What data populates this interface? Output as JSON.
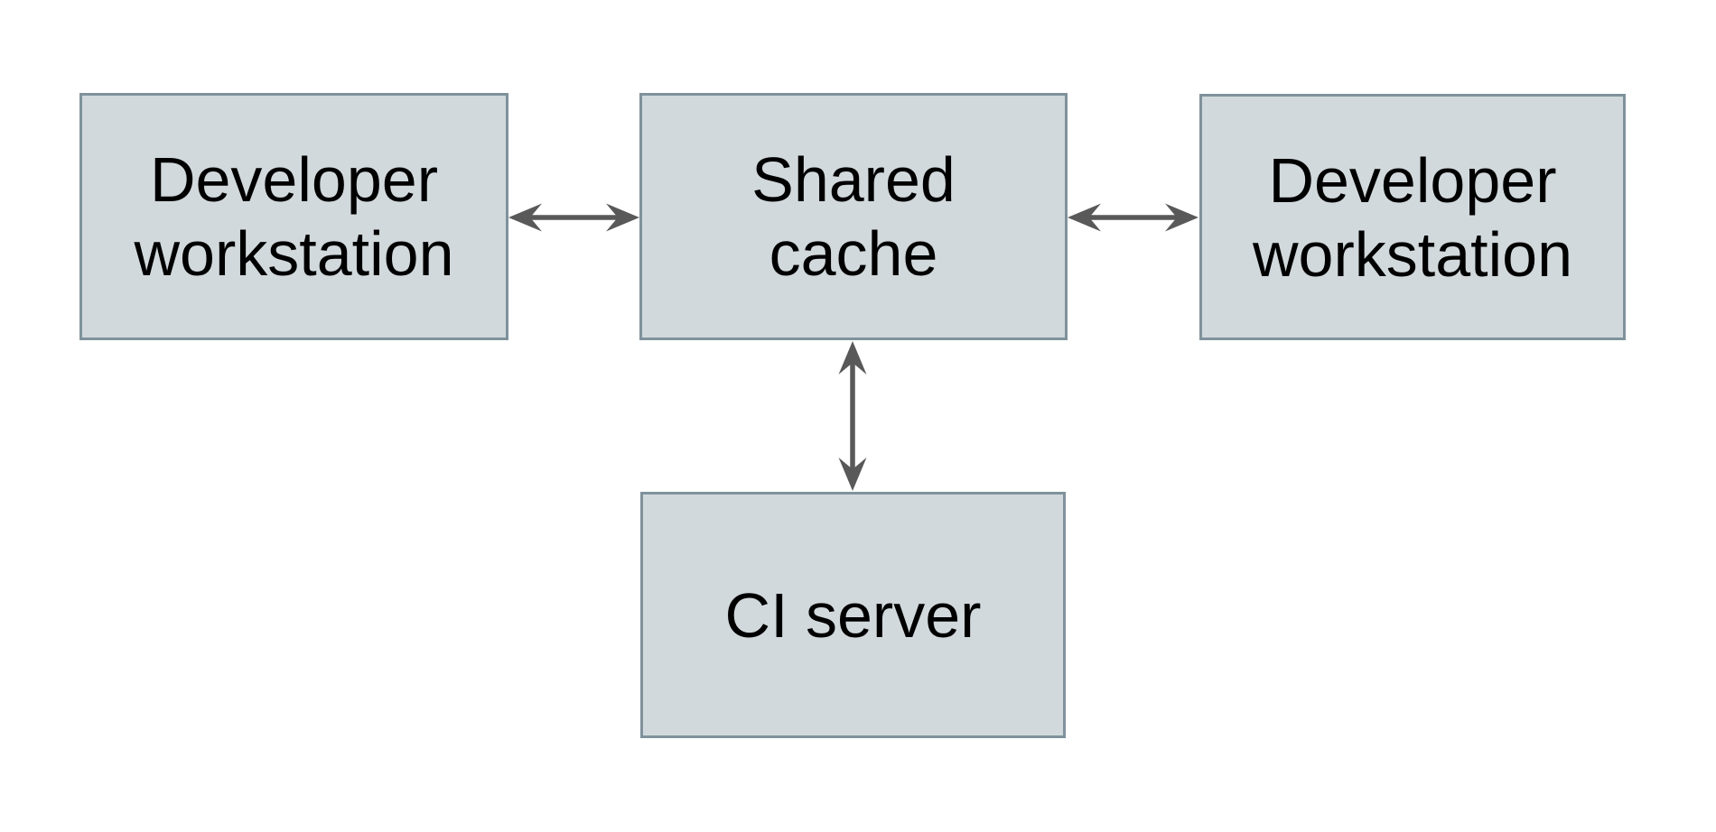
{
  "diagram": {
    "type": "architecture-diagram",
    "nodes": [
      {
        "id": "developer-workstation-left",
        "label": "Developer workstation",
        "lines": [
          "Developer",
          "workstation"
        ]
      },
      {
        "id": "shared-cache",
        "label": "Shared cache",
        "lines": [
          "Shared",
          "cache"
        ]
      },
      {
        "id": "developer-workstation-right",
        "label": "Developer workstation",
        "lines": [
          "Developer",
          "workstation"
        ]
      },
      {
        "id": "ci-server",
        "label": "CI server",
        "lines": [
          "CI server"
        ]
      }
    ],
    "edges": [
      {
        "from": "developer-workstation-left",
        "to": "shared-cache",
        "bidirectional": true
      },
      {
        "from": "developer-workstation-right",
        "to": "shared-cache",
        "bidirectional": true
      },
      {
        "from": "ci-server",
        "to": "shared-cache",
        "bidirectional": true
      }
    ],
    "colors": {
      "background": "#ffffff",
      "node_fill": "#d2d9dc",
      "node_border": "#7f929c",
      "arrow": "#595959",
      "text": "#000000"
    }
  }
}
